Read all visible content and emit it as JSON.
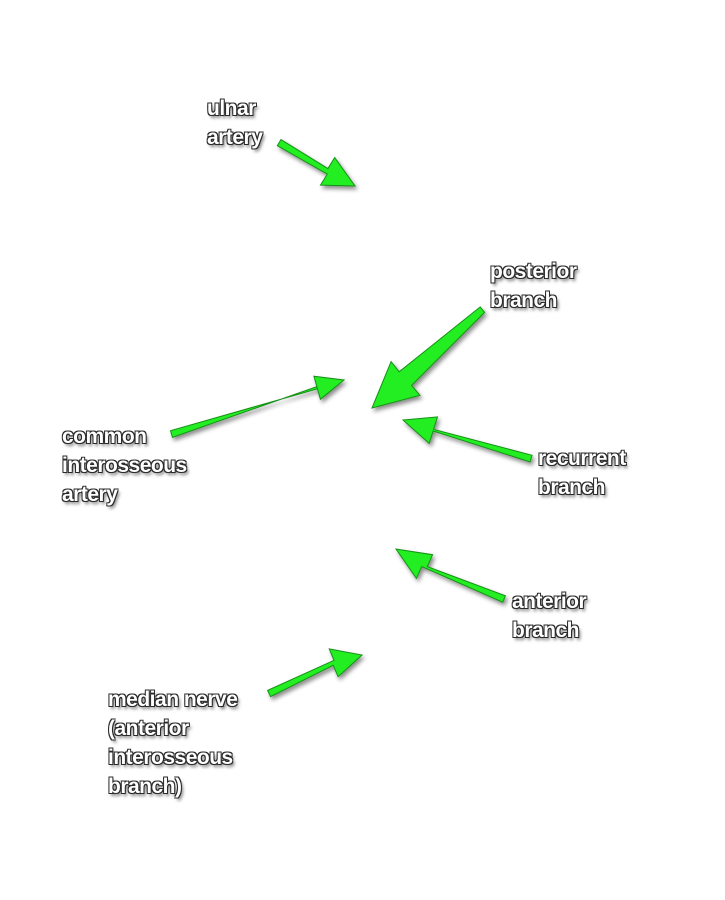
{
  "labels": {
    "ulnar_artery": "ulnar\nartery",
    "posterior_branch": "posterior\nbranch",
    "common_interosseous_artery": "common\ninterosseous\nartery",
    "recurrent_branch": "recurrent\nbranch",
    "anterior_branch": "anterior\nbranch",
    "median_nerve": "median nerve\n(anterior\ninterosseous\nbranch)"
  },
  "colors": {
    "arrow": "#22ee22",
    "label_text": "#ffffff",
    "label_outline": "#2a2a2a",
    "background": "#ffffff"
  }
}
